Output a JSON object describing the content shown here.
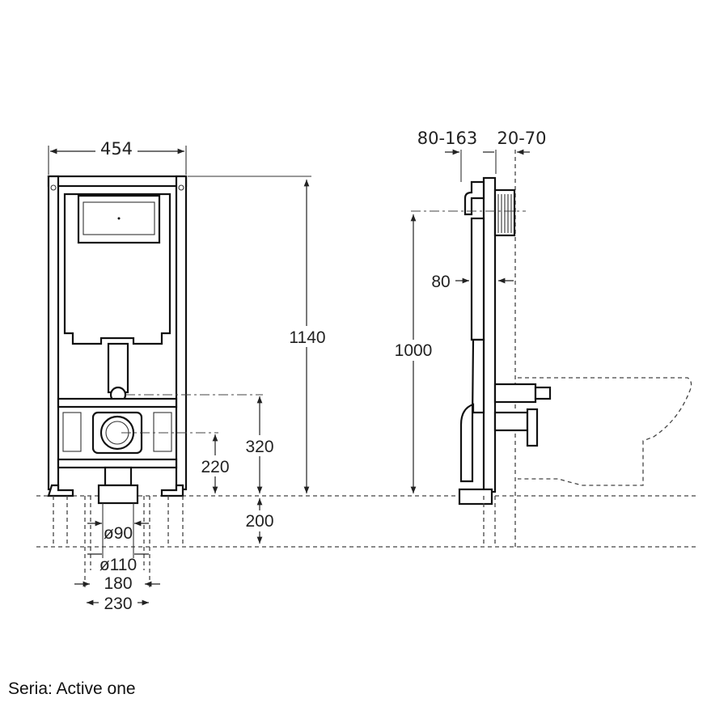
{
  "front_view": {
    "width_label": "454",
    "height_label": "1140",
    "drain_height_label": "320",
    "inlet_height_label": "220",
    "floor_depth_label": "200",
    "pipe_d90_label": "ø90",
    "pipe_d110_label": "ø110",
    "foot_spacing_180_label": "180",
    "foot_spacing_230_label": "230"
  },
  "side_view": {
    "depth_range_label": "80-163",
    "wall_range_label": "20-70",
    "frame_depth_label": "80",
    "button_height_label": "1000"
  },
  "caption": "Seria: Active one"
}
